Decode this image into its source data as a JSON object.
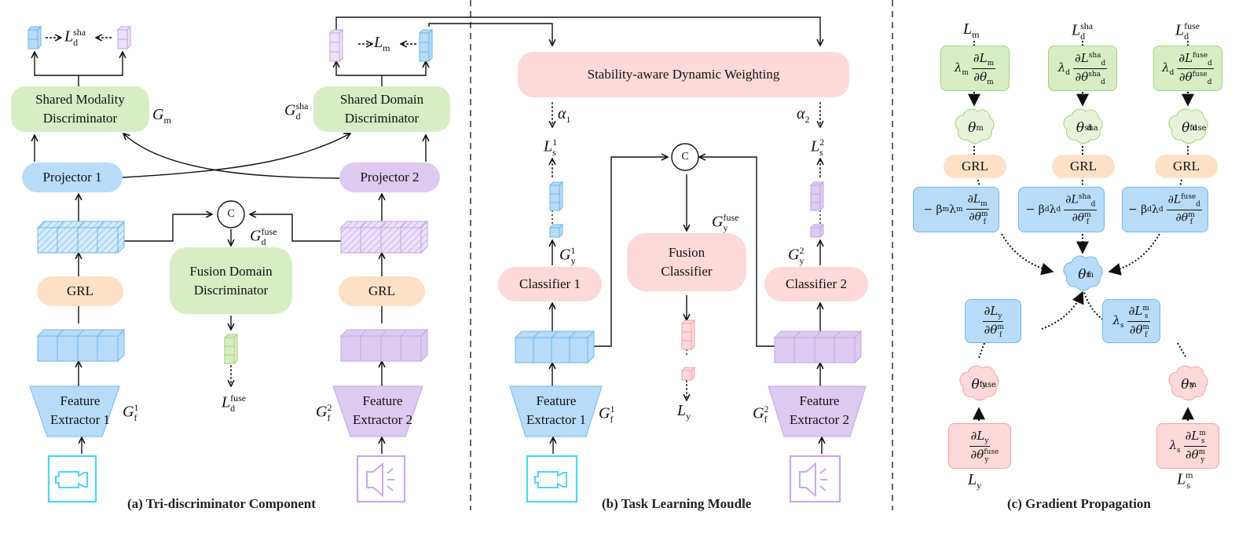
{
  "panels": {
    "a": {
      "caption": "(a) Tri-discriminator Component",
      "shared_modality_discriminator": "Shared Modality Discriminator",
      "shared_domain_discriminator": "Shared Domain Discriminator",
      "projector1": "Projector 1",
      "projector2": "Projector 2",
      "grl1": "GRL",
      "grl2": "GRL",
      "fusion_domain_discriminator": "Fusion Domain Discriminator",
      "feature_extractor1": "Feature Extractor 1",
      "feature_extractor2": "Feature Extractor 2",
      "concat": "C",
      "labels": {
        "Gm": "G",
        "Gm_sub": "m",
        "Gd_sha": "G",
        "Gd_sha_sup": "sha",
        "Gd_sha_sub": "d",
        "Gd_fuse": "G",
        "Gd_fuse_sup": "fuse",
        "Gd_fuse_sub": "d",
        "Gf1": "G",
        "Gf1_sup": "1",
        "Gf1_sub": "f",
        "Gf2": "G",
        "Gf2_sup": "2",
        "Gf2_sub": "f",
        "Ld_sha": "L",
        "Ld_sha_sup": "sha",
        "Ld_sha_sub": "d",
        "Lm": "L",
        "Lm_sub": "m",
        "Ld_fuse": "L",
        "Ld_fuse_sup": "fuse",
        "Ld_fuse_sub": "d"
      },
      "icons": [
        "video-camera-icon",
        "speaker-icon"
      ]
    },
    "b": {
      "caption": "(b) Task Learning Moudle",
      "weighting": "Stability-aware Dynamic Weighting",
      "classifier1": "Classifier 1",
      "classifier2": "Classifier 2",
      "fusion_classifier": "Fusion Classifier",
      "feature_extractor1": "Feature Extractor 1",
      "feature_extractor2": "Feature Extractor 2",
      "concat": "C",
      "labels": {
        "alpha1": "α",
        "alpha1_sub": "1",
        "alpha2": "α",
        "alpha2_sub": "2",
        "Ls1": "L",
        "Ls1_sup": "1",
        "Ls1_sub": "s",
        "Ls2": "L",
        "Ls2_sup": "2",
        "Ls2_sub": "s",
        "Gy1": "G",
        "Gy1_sup": "1",
        "Gy1_sub": "y",
        "Gy2": "G",
        "Gy2_sup": "2",
        "Gy2_sub": "y",
        "Gy_fuse": "G",
        "Gy_fuse_sup": "fuse",
        "Gy_fuse_sub": "y",
        "Ly": "L",
        "Ly_sub": "y",
        "Gf1": "G",
        "Gf1_sup": "1",
        "Gf1_sub": "f",
        "Gf2": "G",
        "Gf2_sup": "2",
        "Gf2_sub": "f"
      }
    },
    "c": {
      "caption": "(c) Gradient Propagation",
      "grl": "GRL",
      "columns": [
        {
          "loss": "L",
          "loss_sub": "m",
          "loss_sup": "",
          "coef": "λ",
          "coef_sub": "m",
          "num": "∂L",
          "num_sub": "m",
          "num_sup": "",
          "den": "∂θ",
          "den_sub": "m",
          "den_sup": "",
          "theta": "θ",
          "theta_sub": "m",
          "theta_sup": "",
          "neg": "− β",
          "neg_sub": "m",
          "neg_coef": "λ",
          "neg_coef_sub": "m",
          "neg_num_sub": "m",
          "neg_num_sup": ""
        },
        {
          "loss": "L",
          "loss_sub": "d",
          "loss_sup": "sha",
          "coef": "λ",
          "coef_sub": "d",
          "num": "∂L",
          "num_sub": "d",
          "num_sup": "sha",
          "den": "∂θ",
          "den_sub": "d",
          "den_sup": "sha",
          "theta": "θ",
          "theta_sub": "d",
          "theta_sup": "sha",
          "neg": "− β",
          "neg_sub": "d",
          "neg_coef": "λ",
          "neg_coef_sub": "d",
          "neg_num_sub": "d",
          "neg_num_sup": "sha"
        },
        {
          "loss": "L",
          "loss_sub": "d",
          "loss_sup": "fuse",
          "coef": "λ",
          "coef_sub": "d",
          "num": "∂L",
          "num_sub": "d",
          "num_sup": "fuse",
          "den": "∂θ",
          "den_sub": "d",
          "den_sup": "fuse",
          "theta": "θ",
          "theta_sub": "d",
          "theta_sup": "fuse",
          "neg": "− β",
          "neg_sub": "d",
          "neg_coef": "λ",
          "neg_coef_sub": "d",
          "neg_num_sub": "d",
          "neg_num_sup": "fuse"
        }
      ],
      "neg_den": "∂θ",
      "neg_den_sub": "f",
      "neg_den_sup": "m",
      "center_theta": "θ",
      "center_theta_sub": "f",
      "center_theta_sup": "m",
      "left_grad": {
        "num": "∂L",
        "num_sub": "y",
        "den": "∂θ",
        "den_sub": "f",
        "den_sup": "m"
      },
      "right_grad": {
        "coef": "λ",
        "coef_sub": "s",
        "num": "∂L",
        "num_sub": "s",
        "num_sup": "m",
        "den": "∂θ",
        "den_sub": "f",
        "den_sup": "m"
      },
      "left_theta": {
        "t": "θ",
        "sub": "y",
        "sup": "fuse"
      },
      "right_theta": {
        "t": "θ",
        "sub": "y",
        "sup": "m"
      },
      "left_loss_grad": {
        "num": "∂L",
        "num_sub": "y",
        "den": "∂θ",
        "den_sub": "y",
        "den_sup": "fuse"
      },
      "right_loss_grad": {
        "coef": "λ",
        "coef_sub": "s",
        "num": "∂L",
        "num_sub": "s",
        "num_sup": "m",
        "den": "∂θ",
        "den_sub": "y",
        "den_sup": "m"
      },
      "left_loss": {
        "t": "L",
        "sub": "y"
      },
      "right_loss": {
        "t": "L",
        "sub": "s",
        "sup": "m"
      }
    }
  },
  "colors": {
    "green": "#d9edc4",
    "green_stroke": "#9fd27a",
    "blue": "#b8dcf7",
    "blue_stroke": "#6fb6ee",
    "purple": "#dccaf0",
    "purple_stroke": "#c2a6e6",
    "orange": "#fde1c6",
    "pink": "#fdd9d9",
    "pink_stroke": "#f3a3a3",
    "icon_cyan": "#4fd4f5",
    "icon_purple": "#c9a9e8"
  }
}
